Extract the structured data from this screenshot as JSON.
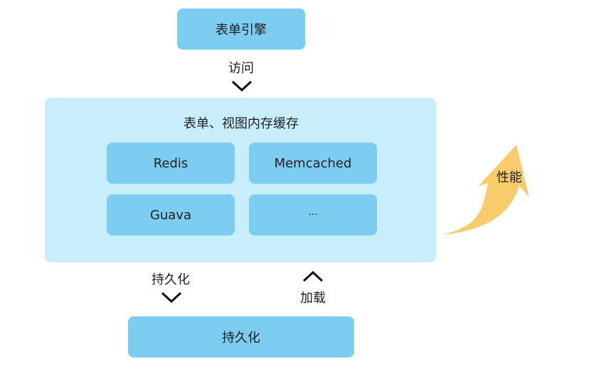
{
  "top_box": {
    "label": "表单引擎"
  },
  "access_label": "访问",
  "cache_panel": {
    "title": "表单、视图内存缓存",
    "items": [
      {
        "label": "Redis"
      },
      {
        "label": "Memcached"
      },
      {
        "label": "Guava"
      },
      {
        "label": "..."
      }
    ]
  },
  "persist_label": "持久化",
  "load_label": "加载",
  "bottom_box": {
    "label": "持久化"
  },
  "performance_arrow": {
    "label": "性能",
    "color": "#f8cc6a"
  },
  "colors": {
    "box": "#7dccf2",
    "panel": "#c8eefc"
  },
  "icons": [
    "chevron-down-icon",
    "chevron-up-icon",
    "curved-arrow-icon"
  ]
}
